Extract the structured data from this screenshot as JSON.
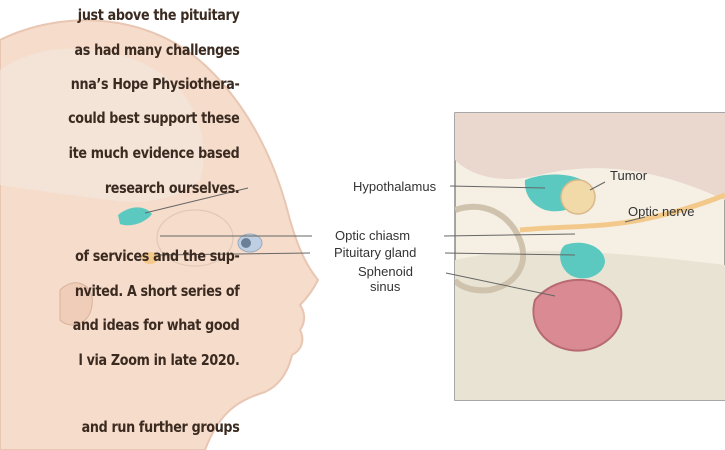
{
  "text_lines": [
    "just above the pituitary",
    "as had many challenges",
    "nna’s Hope Physiothera-",
    "could best support these",
    "ite much evidence based",
    "research ourselves.",
    "of services and the sup-",
    "nvited.  A short series of",
    "and ideas for what good",
    "l via Zoom in late 2020.",
    "and run further groups"
  ],
  "labels": {
    "hypothalamus": "Hypothalamus",
    "optic_chiasm": "Optic chiasm",
    "pituitary_gland": "Pituitary gland",
    "sphenoid_1": "Sphenoid",
    "sphenoid_2": "sinus",
    "tumor": "Tumor",
    "optic_nerve": "Optic nerve"
  },
  "colors": {
    "tumor": "#f2d9a8",
    "pituitary": "#5cc9c0",
    "sinus": "#d98a92",
    "bone": "#e9e3d3",
    "skin": "#f6dccb"
  }
}
